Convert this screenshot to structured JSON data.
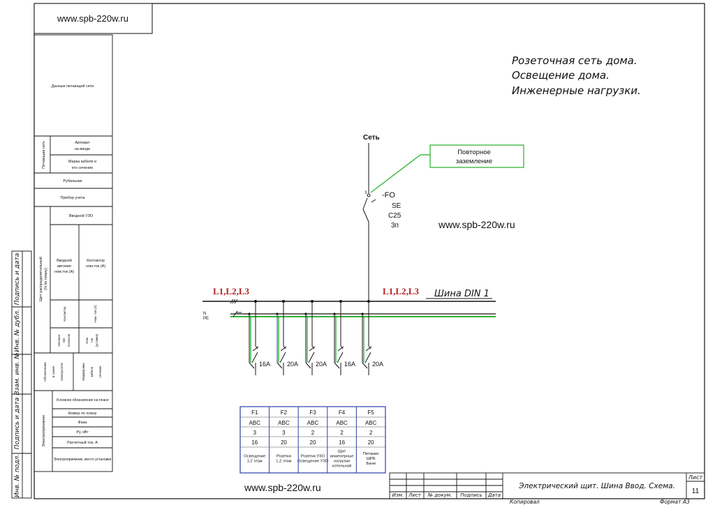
{
  "watermark": "www.spb-220w.ru",
  "title_lines": [
    "Розеточная сеть дома.",
    "Освещение дома.",
    "Инженерные нагрузки."
  ],
  "network_label": "Сеть",
  "grounding_label": [
    "Повторное",
    "заземление"
  ],
  "main_breaker": {
    "id": "-FO",
    "brand": "SE",
    "rating": "C25",
    "poles": "3п"
  },
  "phase_label": "L1,L2,L3",
  "busbar_label": "Шина DIN 1",
  "neutral_labels": [
    "N",
    "PE"
  ],
  "breakers": [
    "16A",
    "20A",
    "20A",
    "16A",
    "20A"
  ],
  "left_table": {
    "top_cell": "Данные питающей сети",
    "supply_group": "Питающая сеть",
    "auto_input": [
      "Автомат",
      "на вводе"
    ],
    "cable_brand": [
      "Марка кабеля и",
      "его сечение"
    ],
    "switch": "Рубильник",
    "meter": "Прибор учета",
    "panel_group": [
      "Щит распределительный",
      "(N по плану)"
    ],
    "input_rcd": "Вводной УЗО",
    "input_auto": [
      "Вводной",
      "автомат",
      "ном.ток (А)"
    ],
    "contactor": [
      "Контактор",
      "ном.ток (А)"
    ],
    "contactor_small": "Контактор",
    "nom_current": "Ном. ток (А)",
    "auto_type": [
      "Автомат",
      "тип",
      "полюсов"
    ],
    "rating_type": [
      "Ном.",
      "ток",
      "(уставка)"
    ],
    "designation": [
      "Обозначение",
      "в схеме",
      "электросети"
    ],
    "marking": [
      "Маркировка",
      "кабеля",
      "сечение"
    ],
    "consumer_group": "Электроприемник",
    "consumer_rows": [
      "Условное обозначение на плане",
      "Номер по плану",
      "Фаза",
      "Ру, кВт",
      "Расчетный ток, А",
      "Электроприемник, место установки"
    ]
  },
  "side_stamp": [
    "Подпись и дата",
    "Инв. № дубл.",
    "Взам. инв. №",
    "Подпись и дата",
    "Инв. № подл."
  ],
  "feeders": {
    "ids": [
      "F1",
      "F2",
      "F3",
      "F4",
      "F5"
    ],
    "phase": [
      "ABC",
      "ABC",
      "ABC",
      "ABC",
      "ABC"
    ],
    "power": [
      "3",
      "3",
      "2",
      "2",
      "2"
    ],
    "current": [
      "16",
      "20",
      "20",
      "16",
      "20"
    ],
    "names": [
      [
        "Освещение",
        "1,2 этаж"
      ],
      [
        "Розетки",
        "1,2 этаж"
      ],
      [
        "Розетки УЗО",
        "Освещение УЗО"
      ],
      [
        "Щит",
        "инженерные",
        "нагрузки",
        "котельной"
      ],
      [
        "Питание",
        "ШРБ",
        "Бани"
      ]
    ]
  },
  "title_block": {
    "title": "Электрический щит. Шина Ввод. Схема.",
    "sheet_label": "Лист",
    "sheet_number": "11",
    "cols": [
      "Изм.",
      "Лист",
      "№ докум.",
      "Подпись",
      "Дата"
    ],
    "copied": "Копировал",
    "format": "Формат  А3"
  },
  "colors": {
    "green": "#34b53a",
    "red": "#b22222",
    "line": "#111111",
    "blue": "#2b3ea8"
  }
}
